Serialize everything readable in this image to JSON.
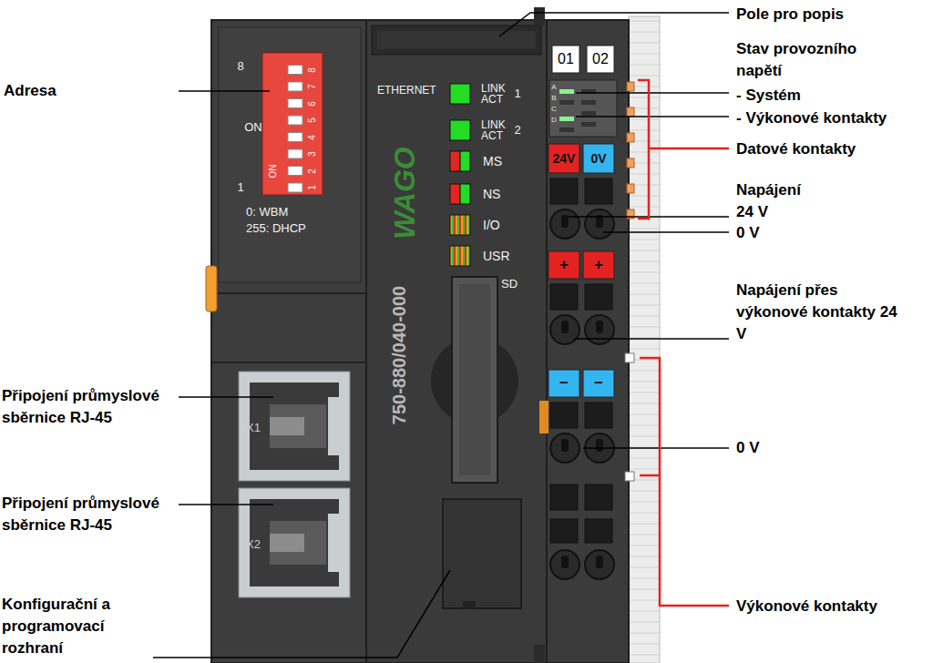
{
  "diagram": {
    "labels": [
      "Adresa",
      "Připojení průmyslové sběrnice RJ-45",
      "Připojení průmyslové sběrnice RJ-45",
      "Konfigurační a programovací rozhraní",
      "Pole pro popis",
      "Stav provozního napětí",
      "- Systém",
      "- Výkonové kontakty",
      "Datové kontakty",
      "Napájení 24 V",
      "0 V",
      "Napájení přes výkonové kontakty 24 V",
      "0 V",
      "Výkonové kontakty",
      "8",
      "ON",
      "1",
      "1",
      "2",
      "3",
      "4",
      "5",
      "6",
      "7",
      "8",
      "ON",
      "0: WBM",
      "255: DHCP",
      "ETHERNET",
      "LINK ACT",
      "1",
      "LINK ACT",
      "2",
      "MS",
      "NS",
      "I/O",
      "USR",
      "SD",
      "750-880/040-000",
      "WAGO",
      "X1",
      "X2",
      "01",
      "02",
      "A",
      "B",
      "C",
      "D",
      "24V",
      "0V",
      "+",
      "+",
      "−",
      "−"
    ]
  }
}
